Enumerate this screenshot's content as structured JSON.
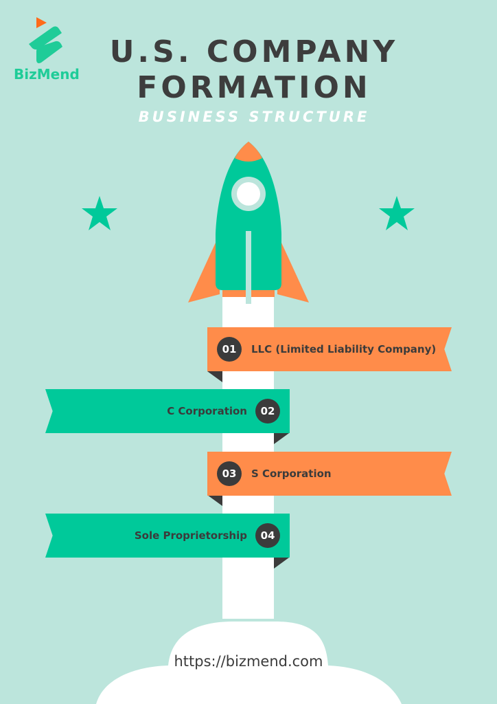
{
  "brand": {
    "name": "BizMend",
    "color": "#1fcc98",
    "accent": "#ff6b1a"
  },
  "header": {
    "title_line1": "U.S. COMPANY",
    "title_line2": "FORMATION",
    "subtitle": "BUSINESS STRUCTURE"
  },
  "colors": {
    "background": "#bce5dc",
    "green": "#00c99a",
    "orange": "#ff8c4a",
    "dark": "#3b3b3b"
  },
  "steps": [
    {
      "number": "01",
      "label": "LLC (Limited Liability Company)",
      "color": "orange",
      "side": "right"
    },
    {
      "number": "02",
      "label": "C Corporation",
      "color": "green",
      "side": "left"
    },
    {
      "number": "03",
      "label": "S Corporation",
      "color": "orange",
      "side": "right"
    },
    {
      "number": "04",
      "label": "Sole Proprietorship",
      "color": "green",
      "side": "left"
    }
  ],
  "footer": {
    "url": "https://bizmend.com"
  }
}
